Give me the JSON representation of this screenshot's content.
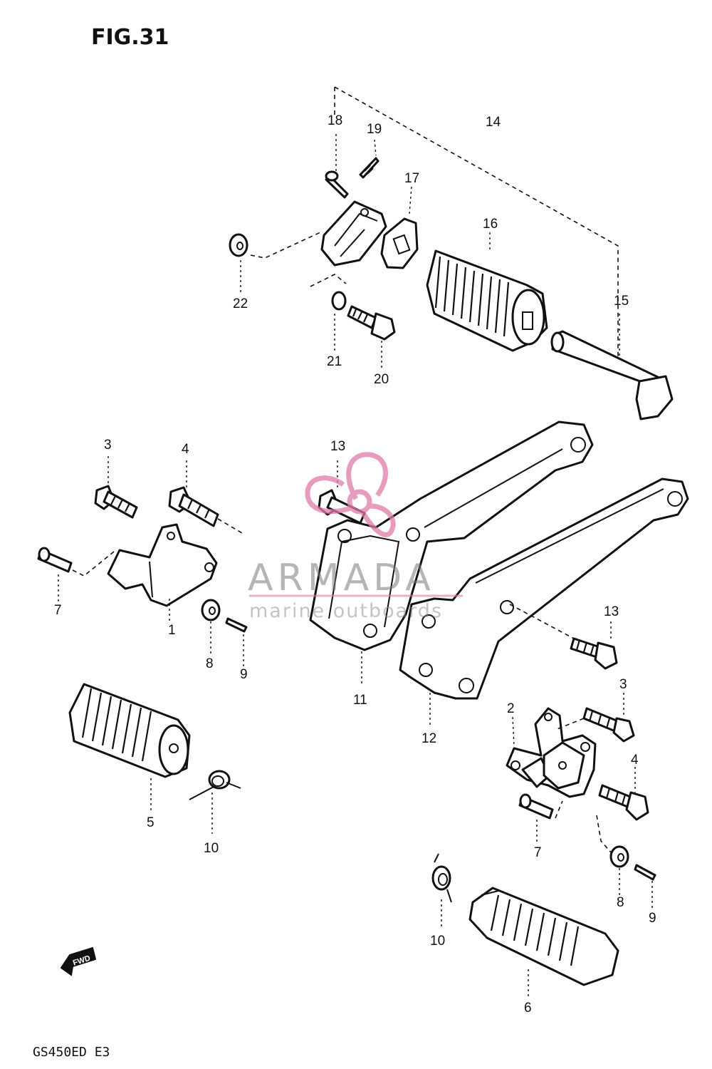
{
  "title": "FIG.31",
  "model_code": "GS450ED  E3",
  "fwd_label": "FWD",
  "watermark": {
    "brand": "ARMADA",
    "tagline": "marine outboards",
    "accent_color": "#e07aa8"
  },
  "callouts": [
    "1",
    "2",
    "3",
    "3",
    "4",
    "4",
    "5",
    "6",
    "7",
    "7",
    "8",
    "8",
    "9",
    "9",
    "10",
    "10",
    "11",
    "12",
    "13",
    "13",
    "14",
    "15",
    "16",
    "17",
    "18",
    "19",
    "20",
    "21",
    "22"
  ]
}
